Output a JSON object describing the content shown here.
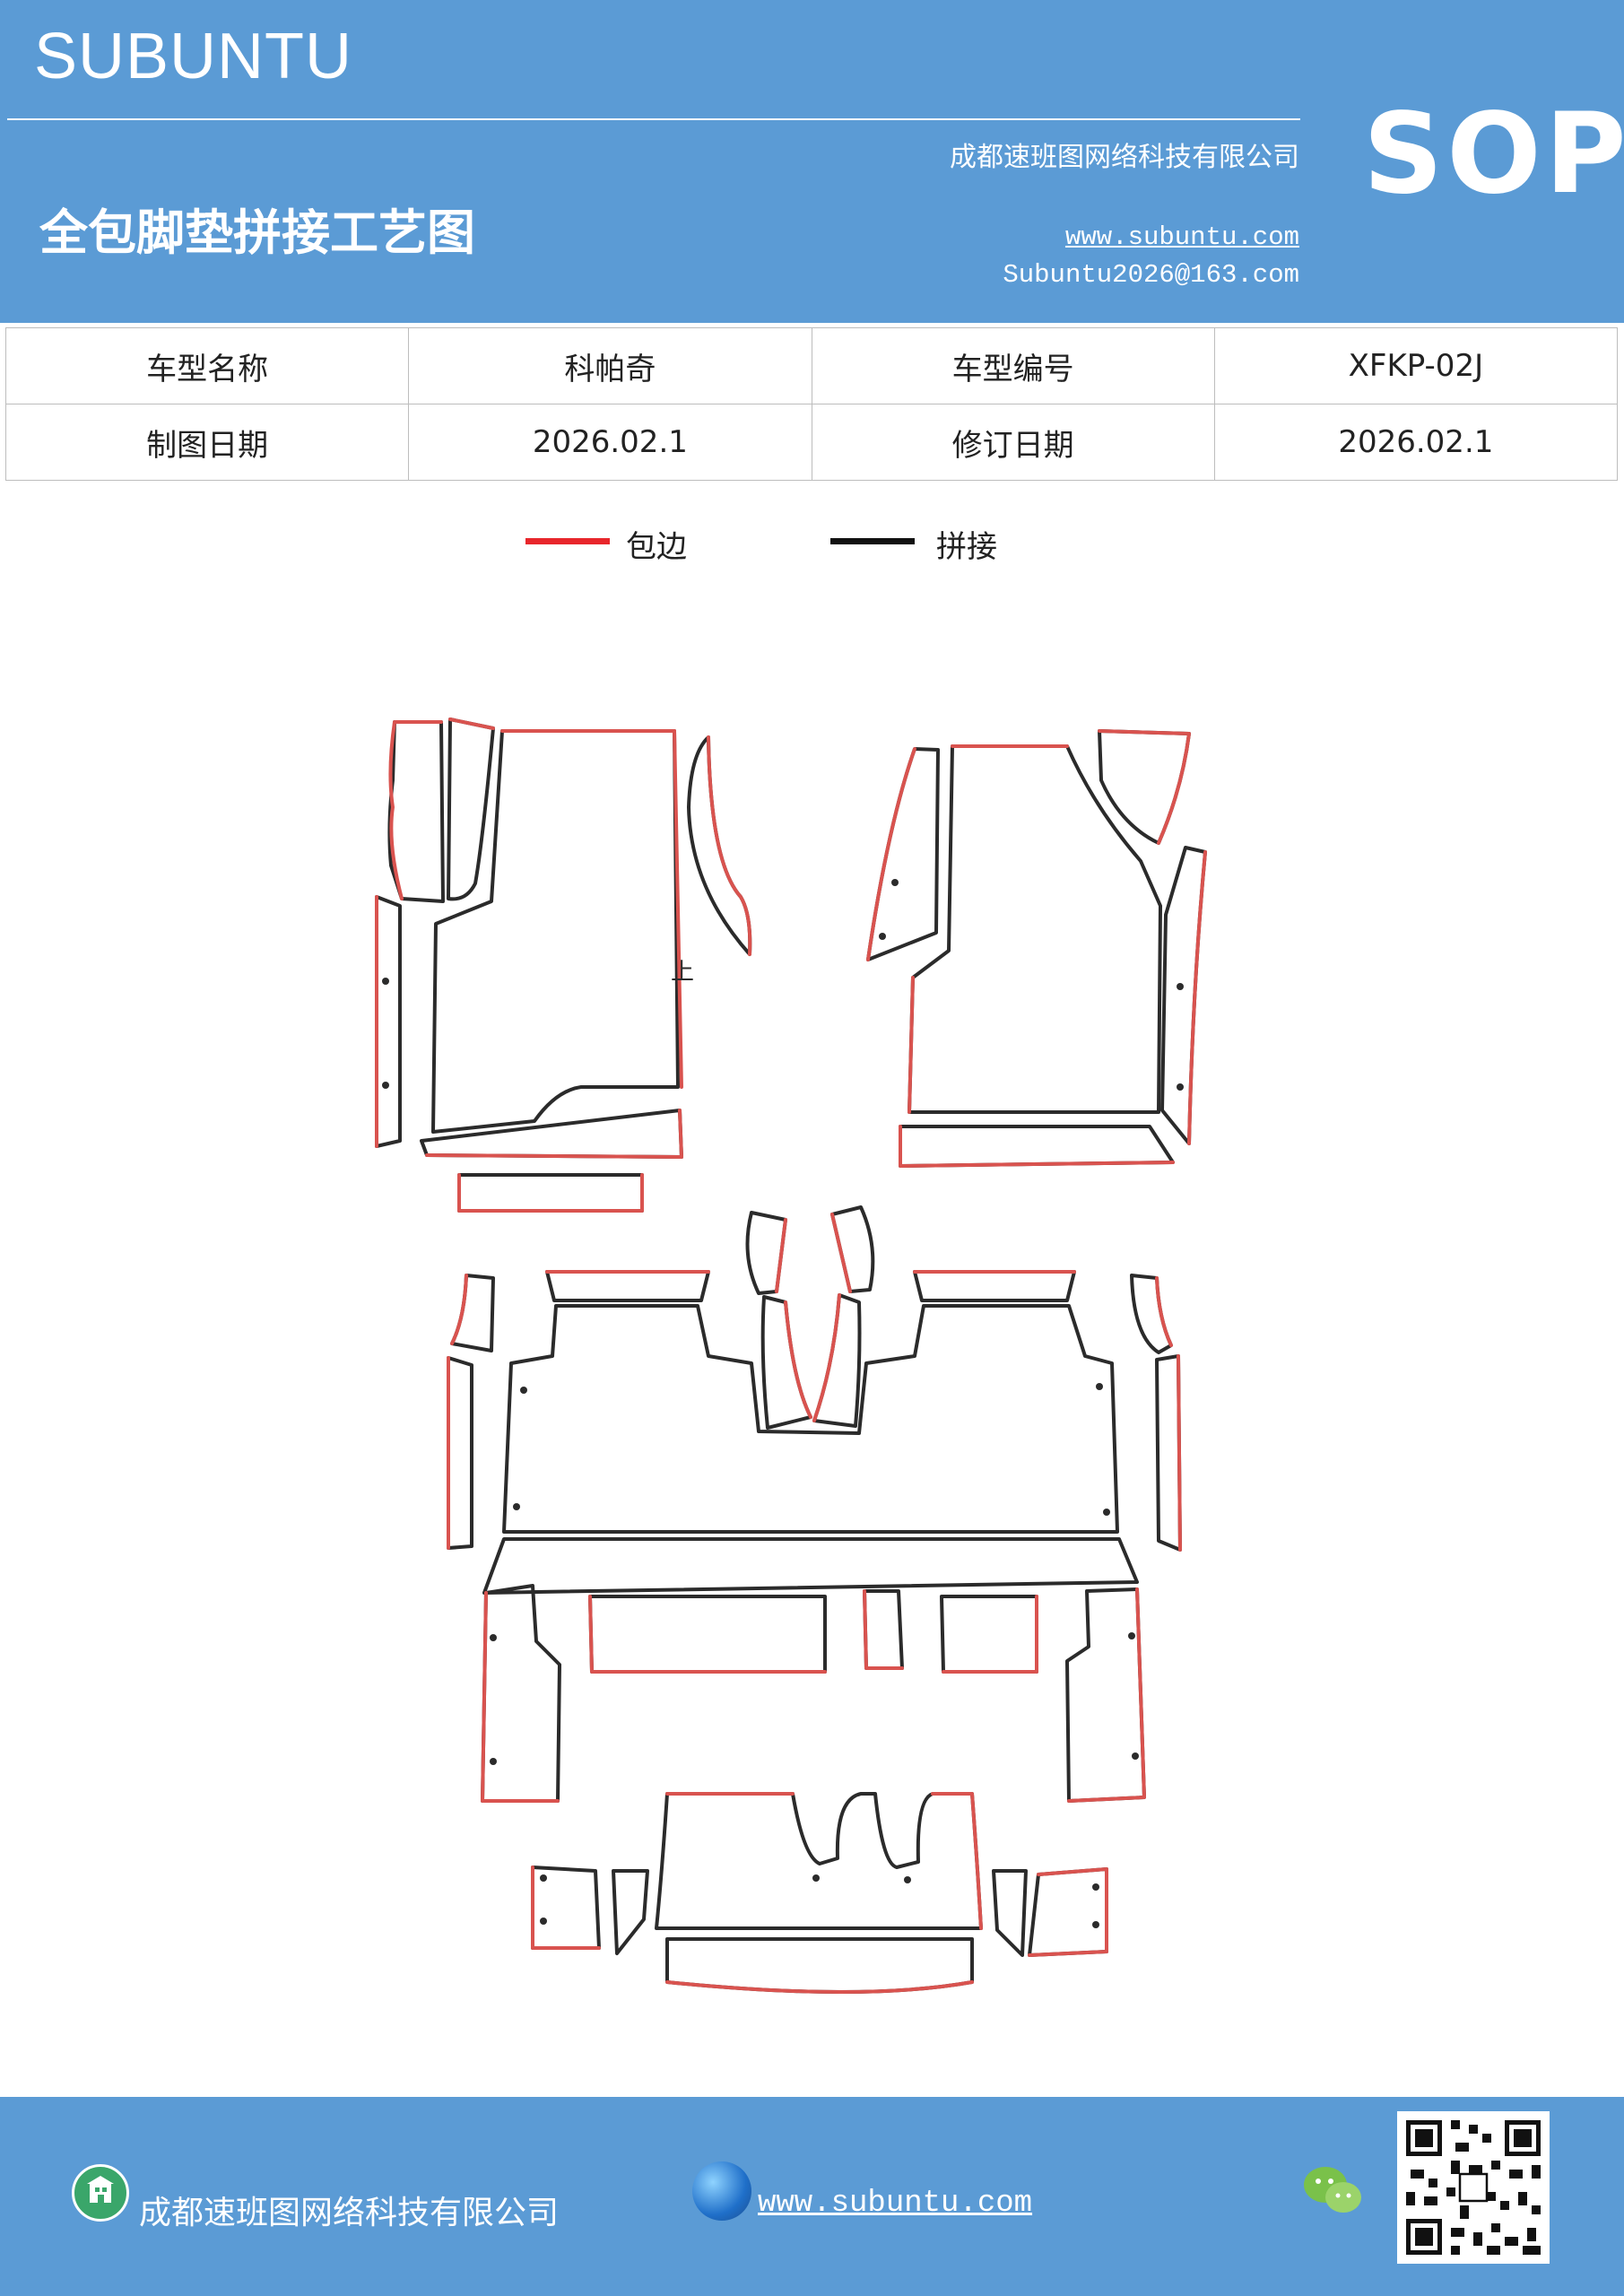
{
  "header": {
    "brand": "SUBUNTU",
    "company": "成都速班图网络科技有限公司",
    "title": "全包脚垫拼接工艺图",
    "website": "www.subuntu.com",
    "email": "Subuntu2026@163.com",
    "badge": "SOP"
  },
  "info_table": {
    "rows": [
      {
        "label1": "车型名称",
        "value1": "科帕奇",
        "label2": "车型编号",
        "value2": "XFKP-02J"
      },
      {
        "label1": "制图日期",
        "value1": "2026.02.1",
        "label2": "修订日期",
        "value2": "2026.02.1"
      }
    ]
  },
  "legend": {
    "items": [
      {
        "label": "包边",
        "color": "#e8262b"
      },
      {
        "label": "拼接",
        "color": "#111111"
      }
    ]
  },
  "diagram": {
    "stroke_red": "#d9534f",
    "stroke_black": "#2b2b2b",
    "mark_label": "上"
  },
  "footer": {
    "company": "成都速班图网络科技有限公司",
    "website": "www.subuntu.com",
    "icons": [
      "building-icon",
      "globe-icon",
      "wechat-icon",
      "qr-code"
    ]
  },
  "colors": {
    "header_bg": "#5b9bd5"
  }
}
